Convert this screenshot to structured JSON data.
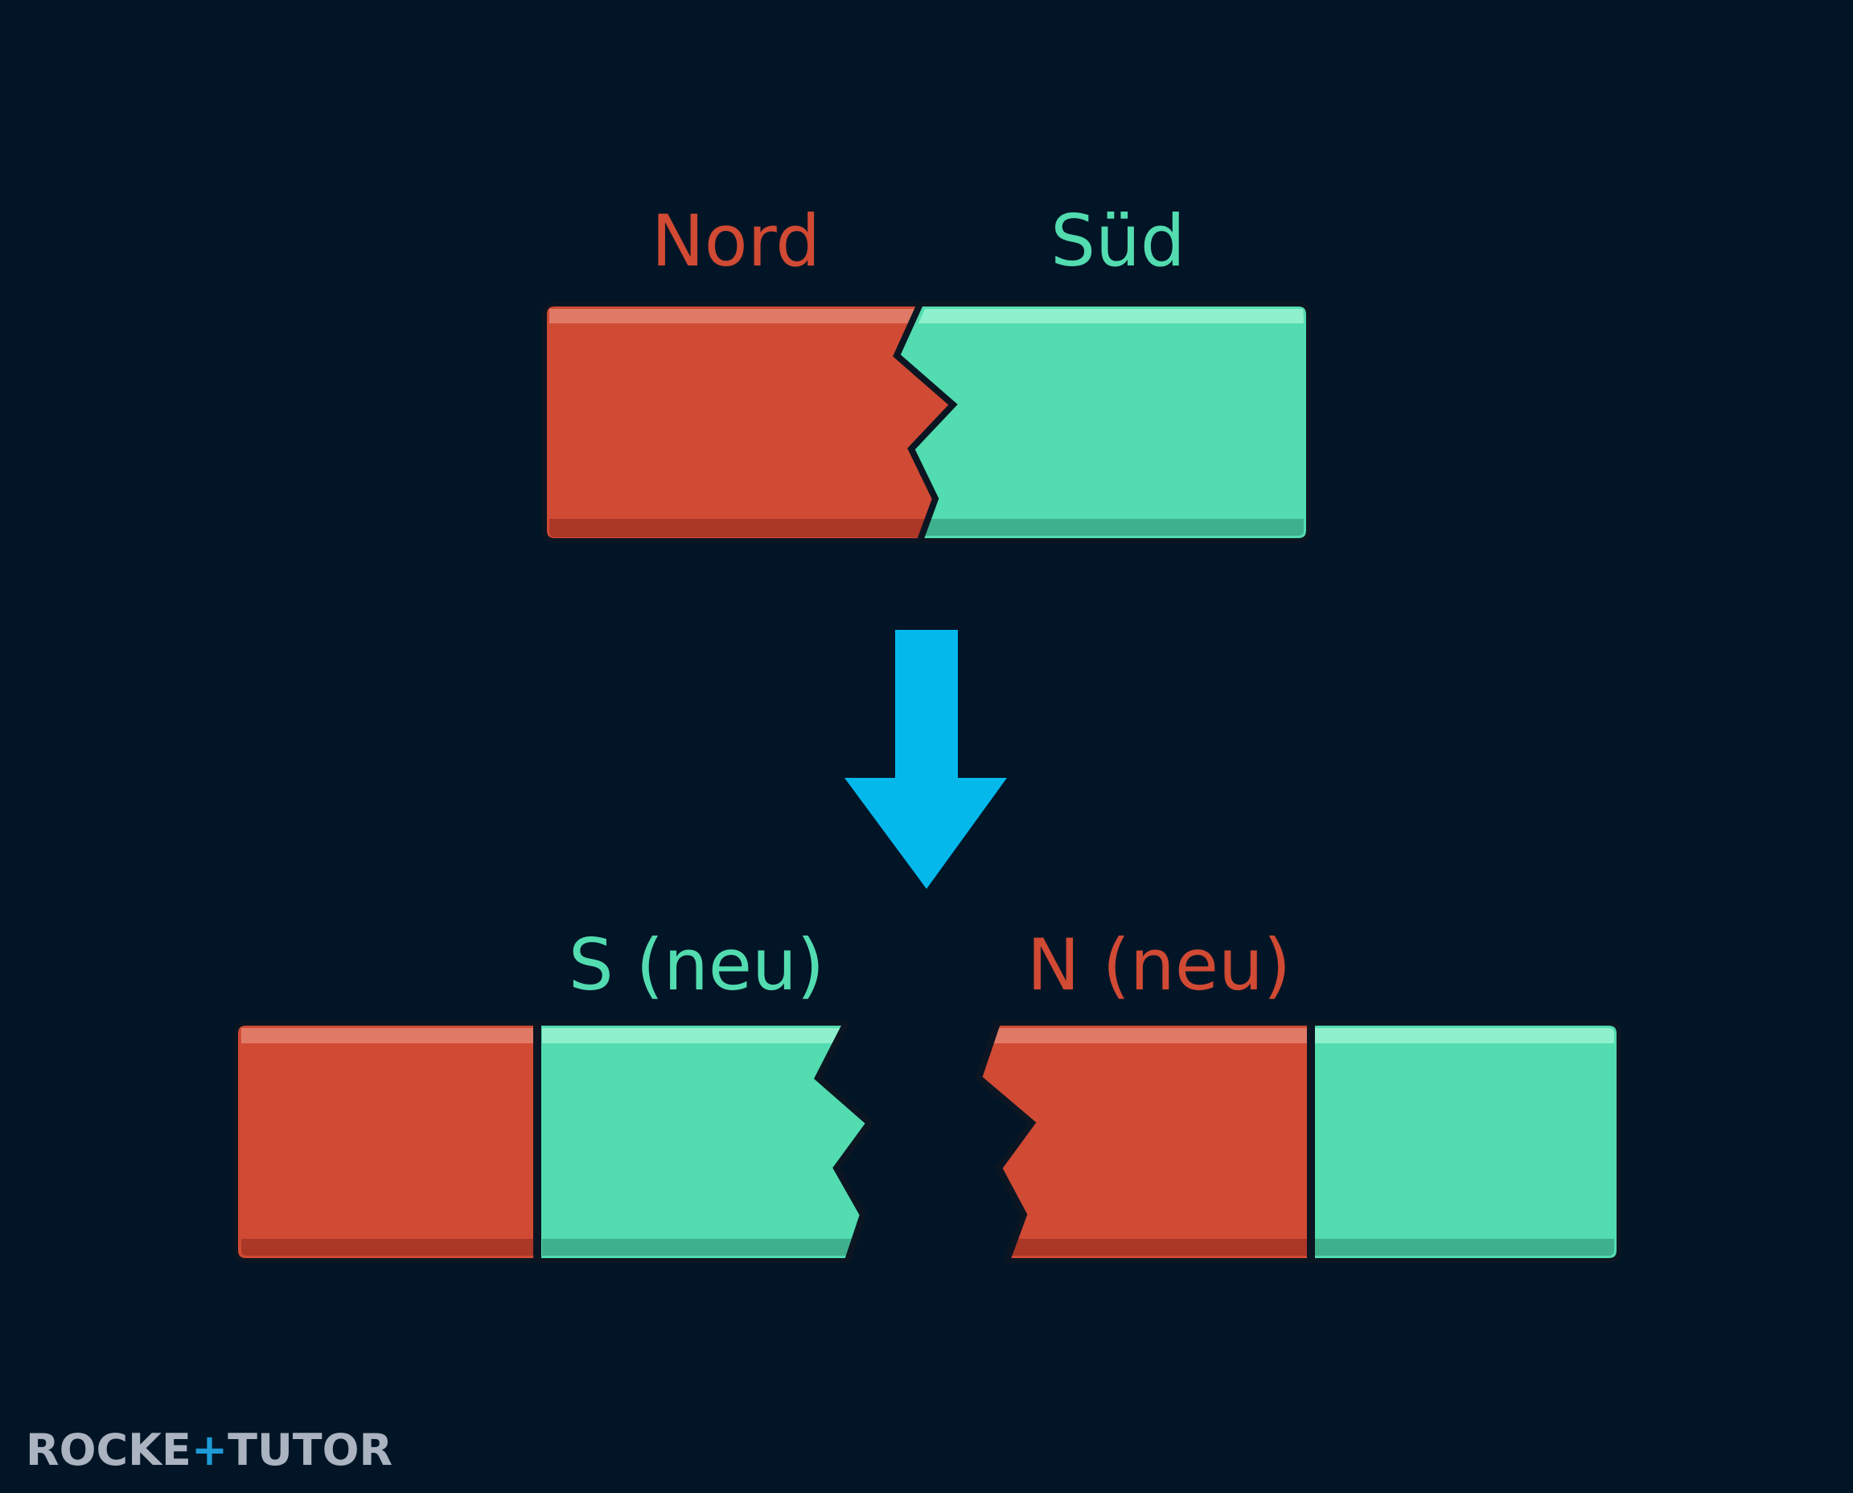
{
  "diagram": {
    "top_magnet": {
      "left_label": "Nord",
      "right_label": "Süd"
    },
    "bottom_pieces": {
      "left_label": "S (neu)",
      "right_label": "N (neu)"
    },
    "colors": {
      "background": "#021526",
      "north_red": "#d14a34",
      "south_teal": "#52dcb0",
      "arrow_blue": "#05b8ec",
      "outline": "#0b1622",
      "brand_grey": "#aab3bf",
      "brand_blue": "#1d9ad6"
    }
  },
  "brand": {
    "part1": "ROCKE",
    "plus": "+",
    "part2": "TUTO",
    "part3": "R"
  }
}
